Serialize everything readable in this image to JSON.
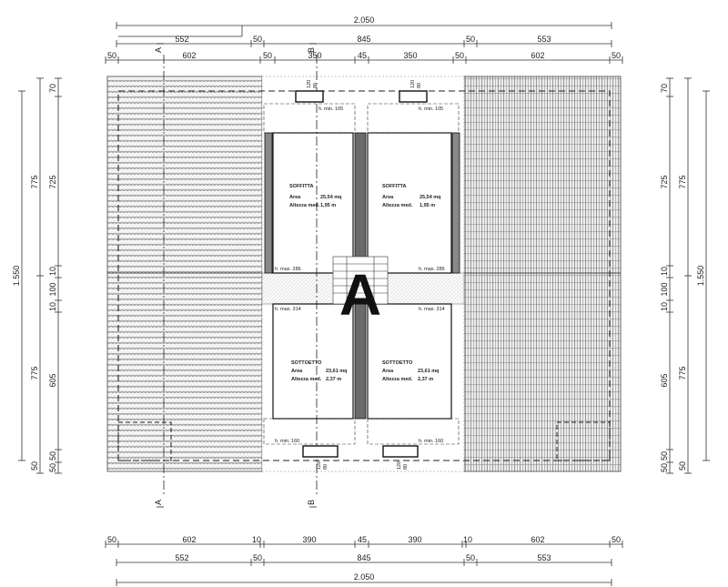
{
  "big_letter": "A",
  "section_markers": {
    "a": "A",
    "b": "B"
  },
  "top_dims": {
    "row1": {
      "total": "2.050"
    },
    "row2": {
      "a": "552",
      "b": "50",
      "c": "845",
      "d": "50",
      "e": "553"
    },
    "row3": {
      "a": "50",
      "b": "602",
      "c": "50",
      "d": "350",
      "e": "45",
      "f": "350",
      "g": "50",
      "h": "602",
      "i": "50"
    }
  },
  "bottom_dims": {
    "row1": {
      "a": "50",
      "b": "602",
      "c": "10",
      "d": "390",
      "e": "45",
      "f": "390",
      "g": "10",
      "h": "602",
      "i": "50"
    },
    "row2": {
      "a": "552",
      "b": "50",
      "c": "845",
      "d": "50",
      "e": "553"
    },
    "row3": {
      "total": "2.050"
    }
  },
  "left_dims": {
    "total": "1.550",
    "seg": {
      "a": "775",
      "b": "775"
    },
    "inner": {
      "a": "70",
      "b": "725",
      "c": "10",
      "d": "100",
      "e": "10",
      "f": "605",
      "g": "50"
    },
    "inner2": {
      "a": "50",
      "b": "50"
    }
  },
  "right_dims": {
    "total": "1.550",
    "seg": {
      "a": "775",
      "b": "775"
    },
    "inner": {
      "a": "70",
      "b": "725",
      "c": "10",
      "d": "100",
      "e": "10",
      "f": "605",
      "g": "50"
    },
    "inner2": {
      "a": "50",
      "b": "50"
    }
  },
  "rooms": {
    "soffitta_left": {
      "name": "SOFFITTA",
      "area_label": "Area",
      "area": "25,54 mq",
      "height_label": "Altezza med.",
      "height": "1,95 m",
      "hmin": "h. min. 105",
      "hmax": "h. max. 286"
    },
    "soffitta_right": {
      "name": "SOFFITTA",
      "area_label": "Area",
      "area": "25,54 mq",
      "height_label": "Altezza med.",
      "height": "1,95 m",
      "hmin": "h. min. 105",
      "hmax": "h. max. 286"
    },
    "sottotetto_left": {
      "name": "SOTTOETTO",
      "area_label": "Area",
      "area": "23,61 mq",
      "height_label": "Altezza med.",
      "height": "2,37 m",
      "hmin": "h. min. 160",
      "hmax": "h. max. 314"
    },
    "sottotetto_right": {
      "name": "SOTTOETTO",
      "area_label": "Area",
      "area": "23,61 mq",
      "height_label": "Altezza med.",
      "height": "2,37 m",
      "hmin": "h. min. 160",
      "hmax": "h. max. 314"
    }
  },
  "windows": {
    "top_left": "120",
    "top_right": "120",
    "bottom_left": "120",
    "bottom_right": "120",
    "sub": "80"
  }
}
